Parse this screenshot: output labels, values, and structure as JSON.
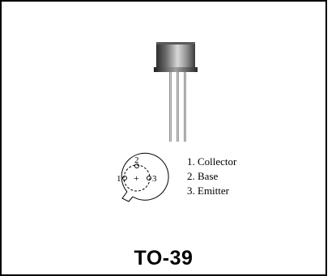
{
  "package": {
    "name": "TO-39"
  },
  "pins": [
    {
      "number": "1",
      "label": "1. Collector"
    },
    {
      "number": "2",
      "label": "2. Base"
    },
    {
      "number": "3",
      "label": "3. Emitter"
    }
  ],
  "pinout_symbol": {
    "center_mark": "+"
  },
  "colors": {
    "line": "#000000",
    "can_dark": "#3a3a3a",
    "can_light": "#c8c8c8",
    "lead": "#9a9a9a"
  }
}
